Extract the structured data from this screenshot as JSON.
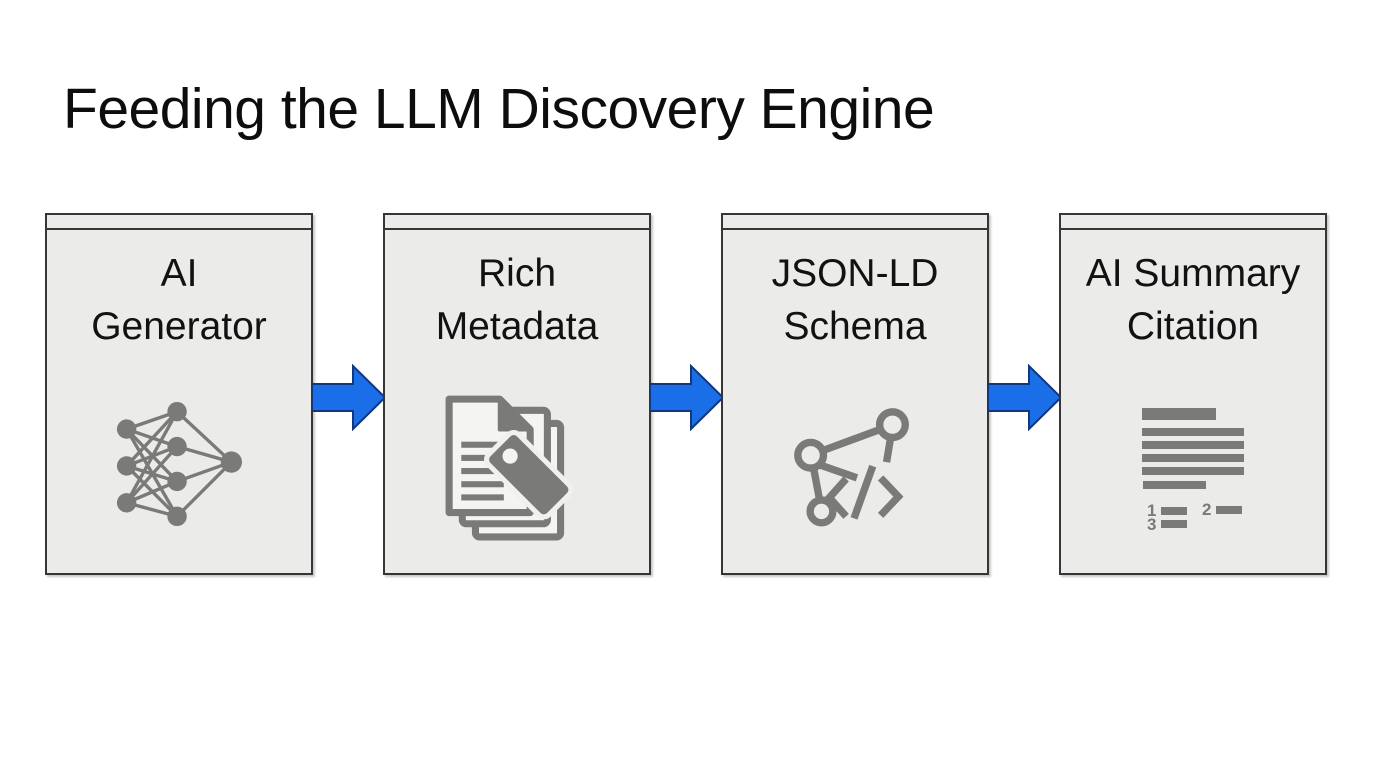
{
  "title": "Feeding the LLM Discovery Engine",
  "flow": {
    "steps": [
      {
        "line1": "AI",
        "line2": "Generator",
        "icon": "neural-network-icon"
      },
      {
        "line1": "Rich",
        "line2": "Metadata",
        "icon": "tagged-documents-icon"
      },
      {
        "line1": "JSON-LD",
        "line2": "Schema",
        "icon": "schema-graph-code-icon"
      },
      {
        "line1": "AI Summary",
        "line2": "Citation",
        "icon": "cited-summary-icon"
      }
    ],
    "arrow_count": 3,
    "arrow_direction": "right"
  },
  "citation_markers": {
    "n1": "1",
    "n2": "2",
    "n3": "3"
  },
  "colors": {
    "background": "#ffffff",
    "box_fill": "#ebebe9",
    "box_border": "#363636",
    "text": "#121212",
    "icon_gray": "#7a7a78",
    "arrow_blue": "#1a6fe8",
    "arrow_outline": "#12377d"
  }
}
